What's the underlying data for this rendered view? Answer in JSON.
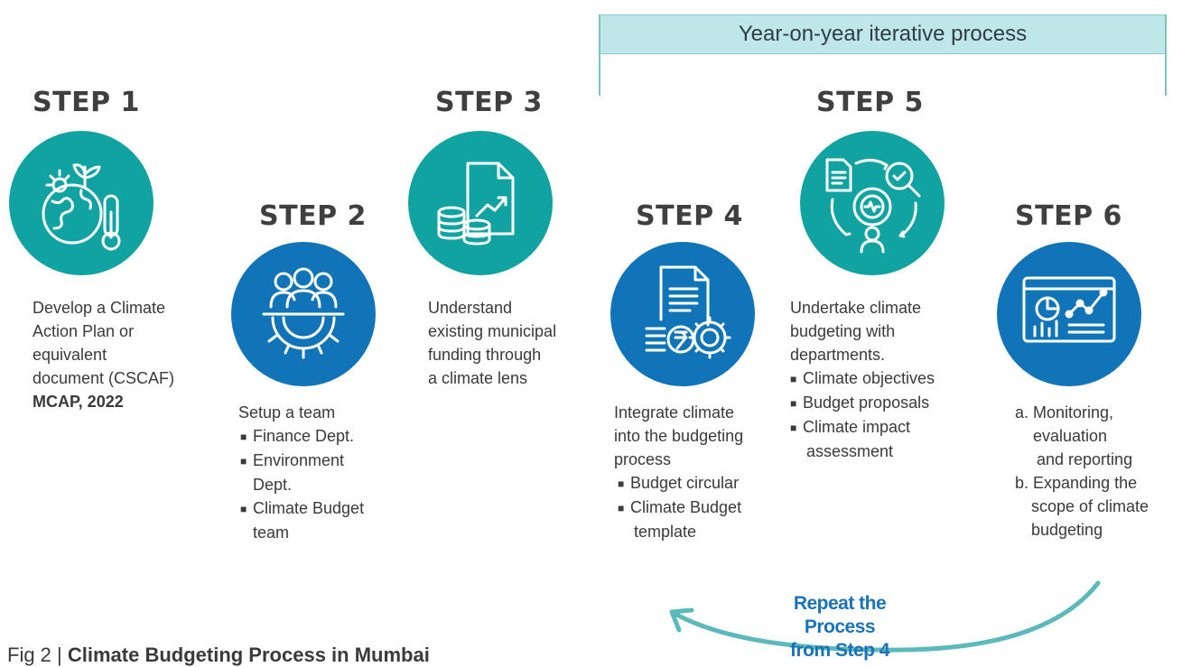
{
  "banner": {
    "label": "Year-on-year iterative process"
  },
  "steps": [
    {
      "title": "STEP 1",
      "lines": [
        "Develop a Climate",
        "Action Plan or",
        "equivalent",
        "document (CSCAF)"
      ],
      "bold_line": "MCAP, 2022",
      "bullets": []
    },
    {
      "title": "STEP 2",
      "lines": [
        "Setup a team"
      ],
      "bullets": [
        "Finance Dept.",
        "Environment",
        "Dept.",
        "Climate Budget",
        "team"
      ]
    },
    {
      "title": "STEP 3",
      "lines": [
        "Understand",
        "existing municipal",
        "funding through",
        "a climate lens"
      ],
      "bullets": []
    },
    {
      "title": "STEP 4",
      "lines": [
        "Integrate climate",
        "into the budgeting",
        "process"
      ],
      "bullets": [
        "Budget circular",
        "Climate Budget",
        "template"
      ]
    },
    {
      "title": "STEP 5",
      "lines": [
        "Undertake climate",
        "budgeting with",
        "departments."
      ],
      "bullets": [
        "Climate objectives",
        "Budget proposals",
        "Climate impact",
        "assessment"
      ]
    },
    {
      "title": "STEP 6",
      "lines": [
        "a. Monitoring,",
        "evaluation",
        "and reporting",
        "b. Expanding the",
        "scope of climate",
        "budgeting"
      ],
      "bullets": []
    }
  ],
  "bullet_glyph": "■",
  "repeat": {
    "line1": "Repeat the Process",
    "line2": "from Step 4"
  },
  "caption": {
    "prefix": "Fig 2 | ",
    "title": "Climate Budgeting Process in Mumbai"
  },
  "icons": [
    "climate-earth-thermometer-icon",
    "team-gear-icon",
    "funding-document-coins-icon",
    "budget-document-rupee-gear-icon",
    "cycle-document-analysis-icon",
    "dashboard-charts-icon"
  ],
  "colors": {
    "teal": "#10a3a1",
    "blue": "#1274b8",
    "banner_fill": "#bfe6e8",
    "repeat_text": "#1a73b8"
  }
}
